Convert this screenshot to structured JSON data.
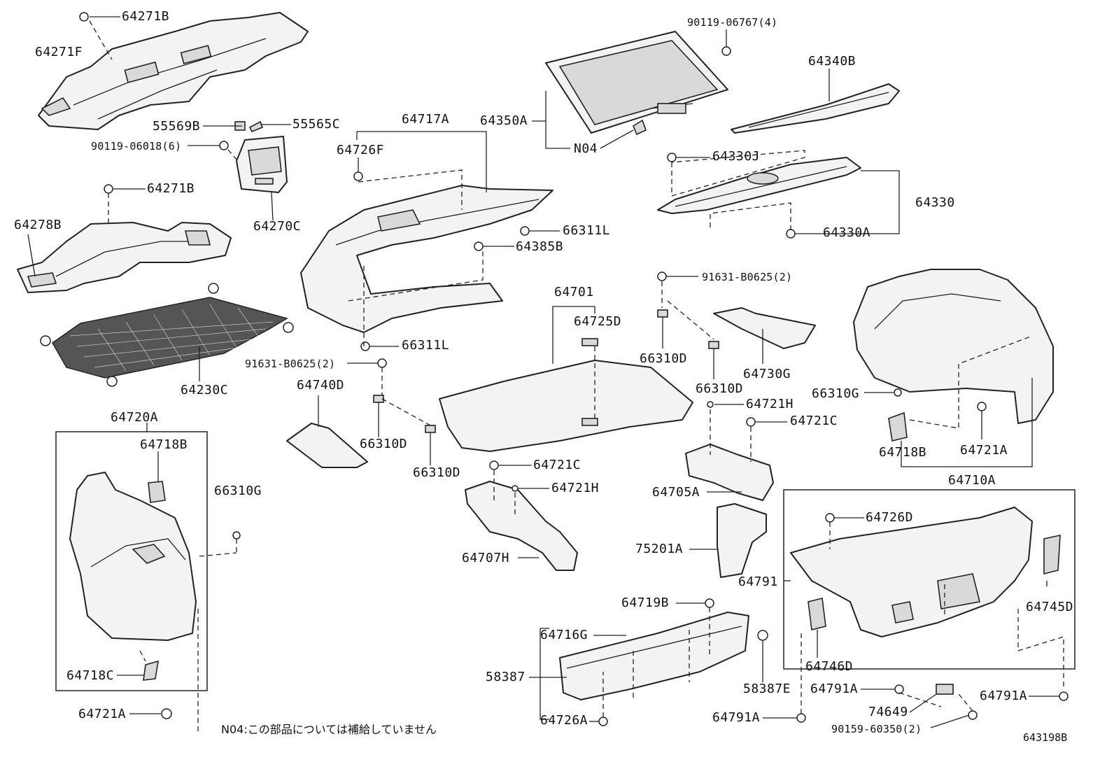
{
  "labels": {
    "l_64271B_top": "64271B",
    "l_64271F": "64271F",
    "l_55569B": "55569B",
    "l_55565C": "55565C",
    "l_90119_06018": "90119-06018(6)",
    "l_64271B_mid": "64271B",
    "l_64278B": "64278B",
    "l_64270C": "64270C",
    "l_64230C": "64230C",
    "l_64720A": "64720A",
    "l_64718B_left": "64718B",
    "l_66310G_left": "66310G",
    "l_64718C": "64718C",
    "l_64721A_left": "64721A",
    "l_64717A": "64717A",
    "l_64726F": "64726F",
    "l_64350A": "64350A",
    "l_N04": "N04",
    "l_90119_06767": "90119-06767(4)",
    "l_64340B": "64340B",
    "l_66311L_top": "66311L",
    "l_64385B": "64385B",
    "l_66311L_bot": "66311L",
    "l_91631_left": "91631-B0625(2)",
    "l_64740D": "64740D",
    "l_66310D_a": "66310D",
    "l_66310D_b": "66310D",
    "l_64701": "64701",
    "l_64725D": "64725D",
    "l_64330J": "64330J",
    "l_64330": "64330",
    "l_64330A": "64330A",
    "l_91631_right": "91631-B0625(2)",
    "l_66310D_c": "66310D",
    "l_66310D_d": "66310D",
    "l_64730G": "64730G",
    "l_66310G_right": "66310G",
    "l_64718B_right": "64718B",
    "l_64721A_right": "64721A",
    "l_64710A": "64710A",
    "l_64721H_top": "64721H",
    "l_64721C_top": "64721C",
    "l_64721C_mid": "64721C",
    "l_64721H_mid": "64721H",
    "l_64705A": "64705A",
    "l_64707H": "64707H",
    "l_75201A": "75201A",
    "l_64726D": "64726D",
    "l_64791": "64791",
    "l_64745D": "64745D",
    "l_64746D": "64746D",
    "l_64719B": "64719B",
    "l_64716G": "64716G",
    "l_58387": "58387",
    "l_58387E": "58387E",
    "l_64726A": "64726A",
    "l_64791A_a": "64791A",
    "l_64791A_b": "64791A",
    "l_64791A_c": "64791A",
    "l_74649": "74649",
    "l_90159": "90159-60350(2)"
  },
  "note": "N04:この部品については補給していません",
  "diagram_code": "643198B"
}
